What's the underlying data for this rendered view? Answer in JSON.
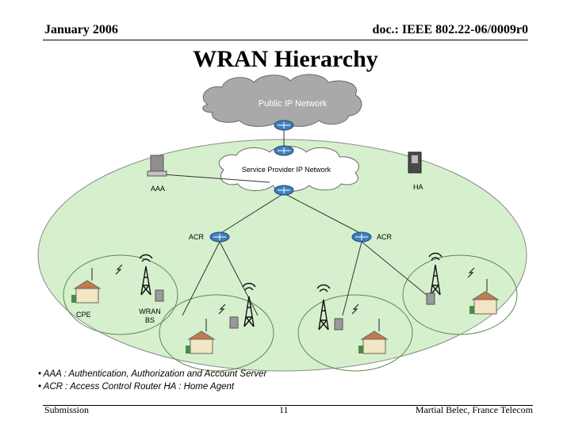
{
  "header": {
    "date": "January 2006",
    "doc": "doc.: IEEE 802.22-06/0009r0"
  },
  "title": "WRAN Hierarchy",
  "diagram": {
    "public_network": "Public IP Network",
    "service_network": "Service Provider IP Network",
    "aaa": "AAA",
    "ha": "HA",
    "acr_left": "ACR",
    "acr_right": "ACR",
    "cpe": "CPE",
    "wran_line1": "WRAN",
    "wran_line2": "BS"
  },
  "legend": {
    "line1": "• AAA : Authentication, Authorization and Account Server",
    "line2": "• ACR : Access Control Router    HA : Home Agent"
  },
  "footer": {
    "left": "Submission",
    "page": "11",
    "right": "Martial Belec, France Telecom"
  },
  "colors": {
    "ellipse_fill": "#d6f0cd",
    "cloud_fill": "#a9a9a9",
    "router_fill": "#3f7fbf"
  }
}
